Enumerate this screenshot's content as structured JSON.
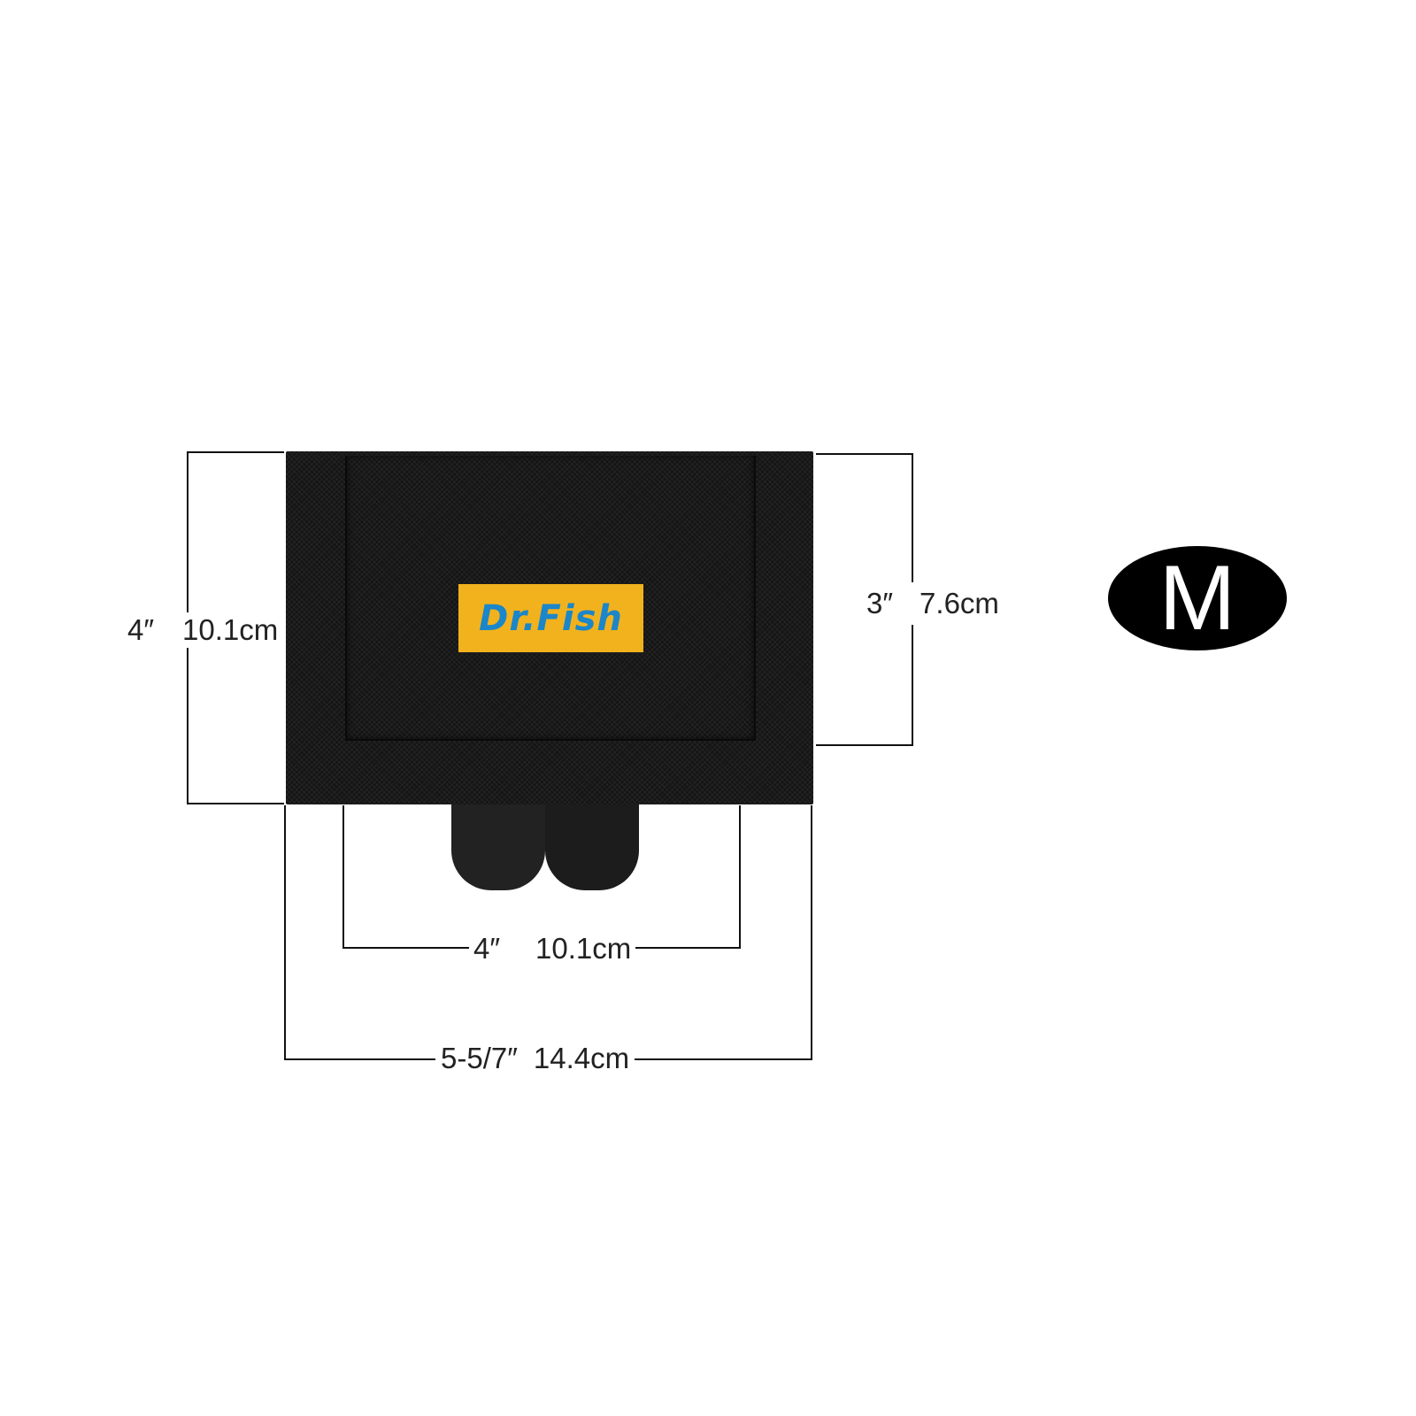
{
  "product": {
    "brand_label": "Dr.Fish",
    "colors": {
      "body": "#151515",
      "logo_bg": "#f2b21d",
      "logo_text": "#1b86c9"
    }
  },
  "dimensions": {
    "left_height": {
      "inch": "4″",
      "cm": "10.1cm"
    },
    "right_height": {
      "inch": "3″",
      "cm": "7.6cm"
    },
    "inner_width": {
      "inch": "4″",
      "cm": "10.1cm"
    },
    "outer_width": {
      "inch": "5-5/7″",
      "cm": "14.4cm"
    }
  },
  "size_badge": {
    "label": "M"
  }
}
